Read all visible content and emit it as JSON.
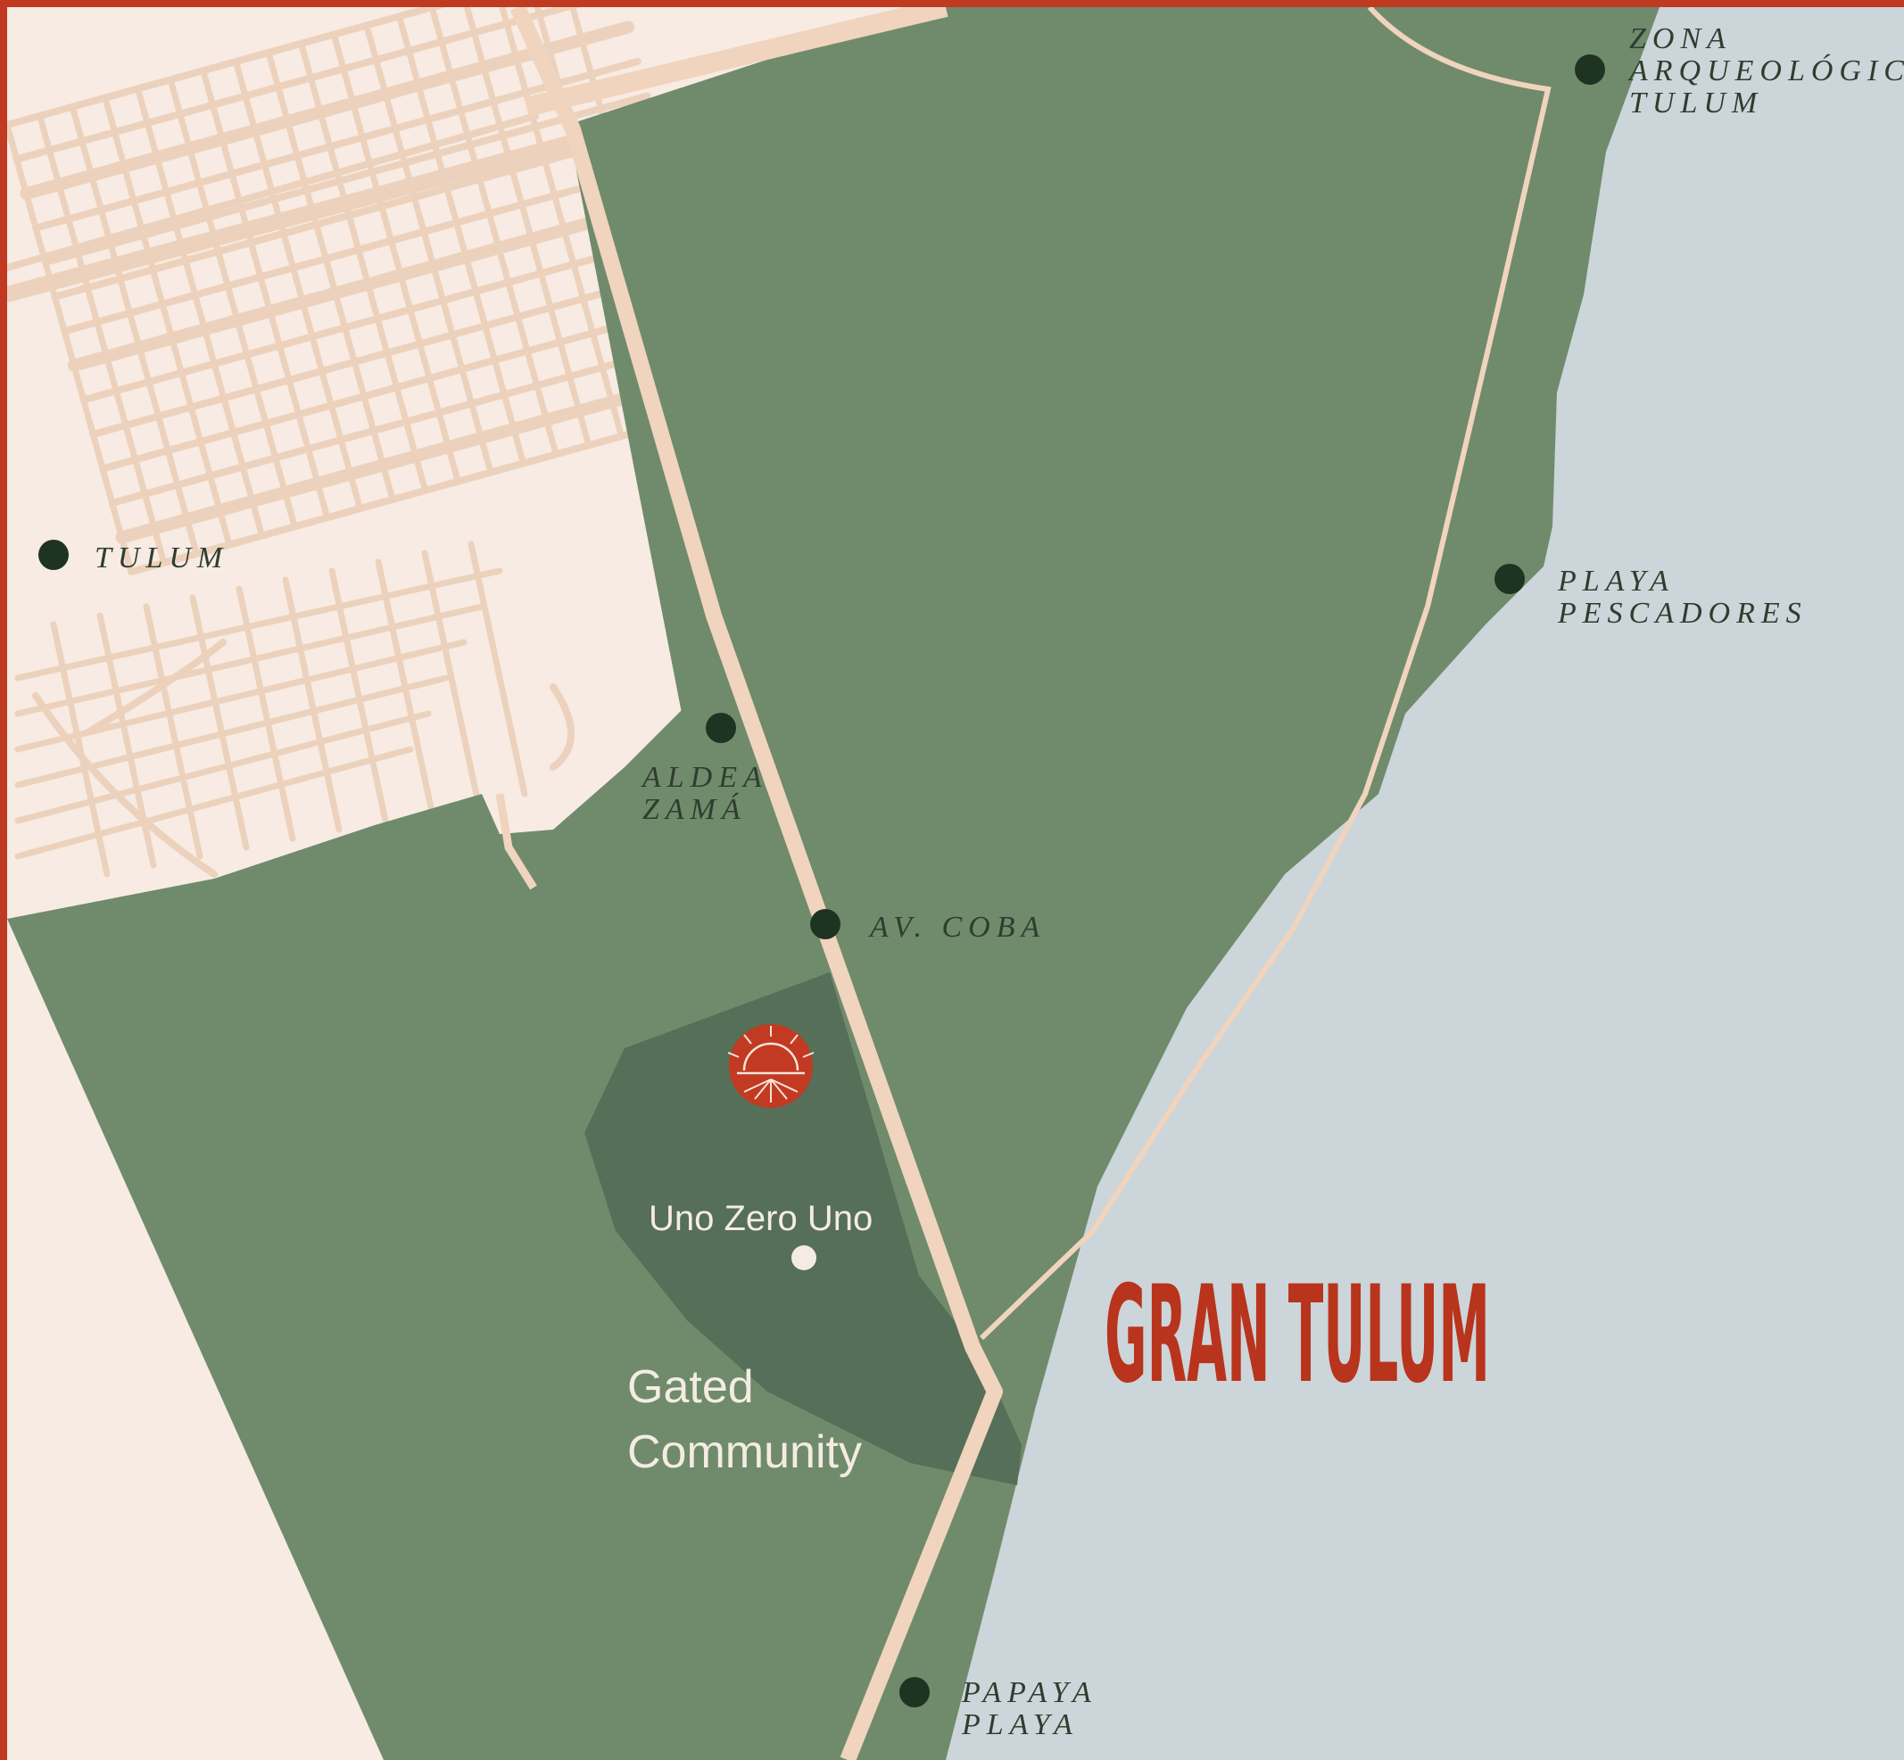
{
  "colors": {
    "frame": "#bf3a20",
    "land": "#f7ebe3",
    "street": "#ecd2bc",
    "green": "#6f8b6c",
    "dark_green": "#566f58",
    "sea": "#ccd5d9",
    "road": "#f0d4bd",
    "dot": "#1f3322",
    "brand": "#b8341c"
  },
  "points_of_interest": [
    {
      "id": "zona",
      "lines": [
        "ZONA",
        "ARQUEOLÓGICA",
        "TULUM"
      ],
      "icon": "location-dot-icon"
    },
    {
      "id": "tulum",
      "lines": [
        "TULUM"
      ],
      "icon": "location-dot-icon"
    },
    {
      "id": "playa-pescadores",
      "lines": [
        "PLAYA",
        "PESCADORES"
      ],
      "icon": "location-dot-icon"
    },
    {
      "id": "aldea-zama",
      "lines": [
        "ALDEA",
        "ZAMÁ"
      ],
      "icon": "location-dot-icon"
    },
    {
      "id": "av-coba",
      "lines": [
        "AV. COBA"
      ],
      "icon": "location-dot-icon"
    },
    {
      "id": "papaya-playa",
      "lines": [
        "PAPAYA",
        "PLAYA"
      ],
      "icon": "location-dot-icon"
    }
  ],
  "development": {
    "name": "Uno Zero Uno",
    "area_label_line1": "Gated",
    "area_label_line2": "Community",
    "icon": "sunrise-logo-icon"
  },
  "brand_title": "GRAN TULUM"
}
